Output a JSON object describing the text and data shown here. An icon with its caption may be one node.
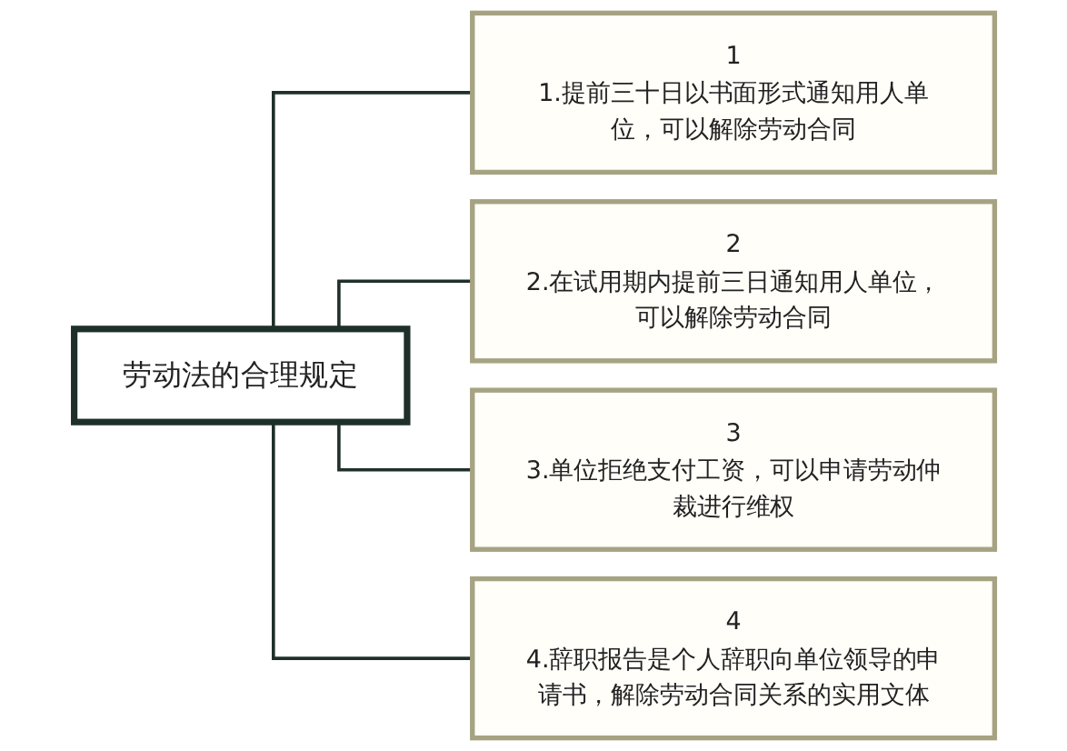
{
  "diagram": {
    "nodes": [
      {
        "text": [
          "劳动法的合理规定"
        ]
      },
      {
        "text": [
          "1",
          "1.提前三十日以书面形式通知用人单位，可以解除劳动合同"
        ]
      },
      {
        "text": [
          "2",
          "2.在试用期内提前三日通知用人单位，可以解除劳动合同"
        ]
      },
      {
        "text": [
          "3",
          "3.单位拒绝支付工资，可以申请劳动仲裁进行维权"
        ]
      },
      {
        "text": [
          "4",
          "4.辞职报告是个人辞职向单位领导的申请书，解除劳动合同关系的实用文体"
        ]
      }
    ],
    "edges": [
      {
        "from": 0,
        "to": 1,
        "arrow": "none"
      },
      {
        "from": 0,
        "to": 2,
        "arrow": "none"
      },
      {
        "from": 0,
        "to": 3,
        "arrow": "none"
      },
      {
        "from": 0,
        "to": 4,
        "arrow": "none"
      }
    ]
  }
}
